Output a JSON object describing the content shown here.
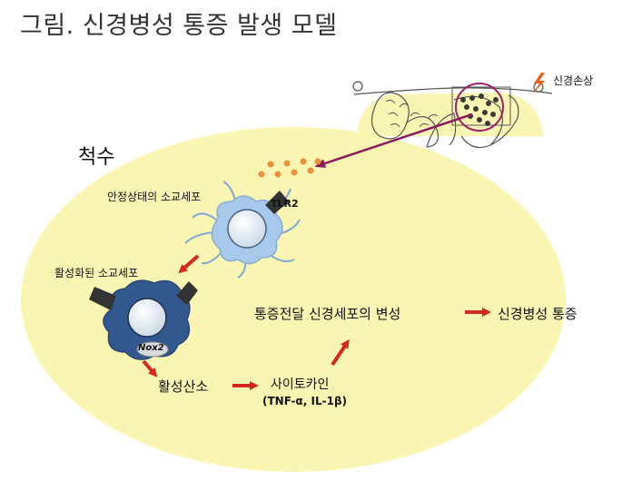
{
  "title": "그림. 신경병성 통증 발생 모델",
  "labels": {
    "nerve_injury": "신경손상",
    "spinal_cord": "척수",
    "resting_microglia": "안정상태의 소교세포",
    "tlr2": "TLR2",
    "activated_microglia": "활성화된 소교세포",
    "nox2": "Nox2",
    "ros": "활성산소",
    "cytokine": "사이토카인",
    "cytokine_examples": "(TNF-α, IL-1β)",
    "neuron_change": "통증전달 신경세포의 변성",
    "neuropathic_pain": "신경병성 통증"
  },
  "colors": {
    "spinal_cord_fill": "#fbf5b4",
    "resting_cell": "#a8c8ec",
    "activated_cell": "#33588f",
    "arrow_red": "#d42a1e",
    "arrow_purple": "#8a1a5c",
    "dots_orange": "#e8913a"
  }
}
